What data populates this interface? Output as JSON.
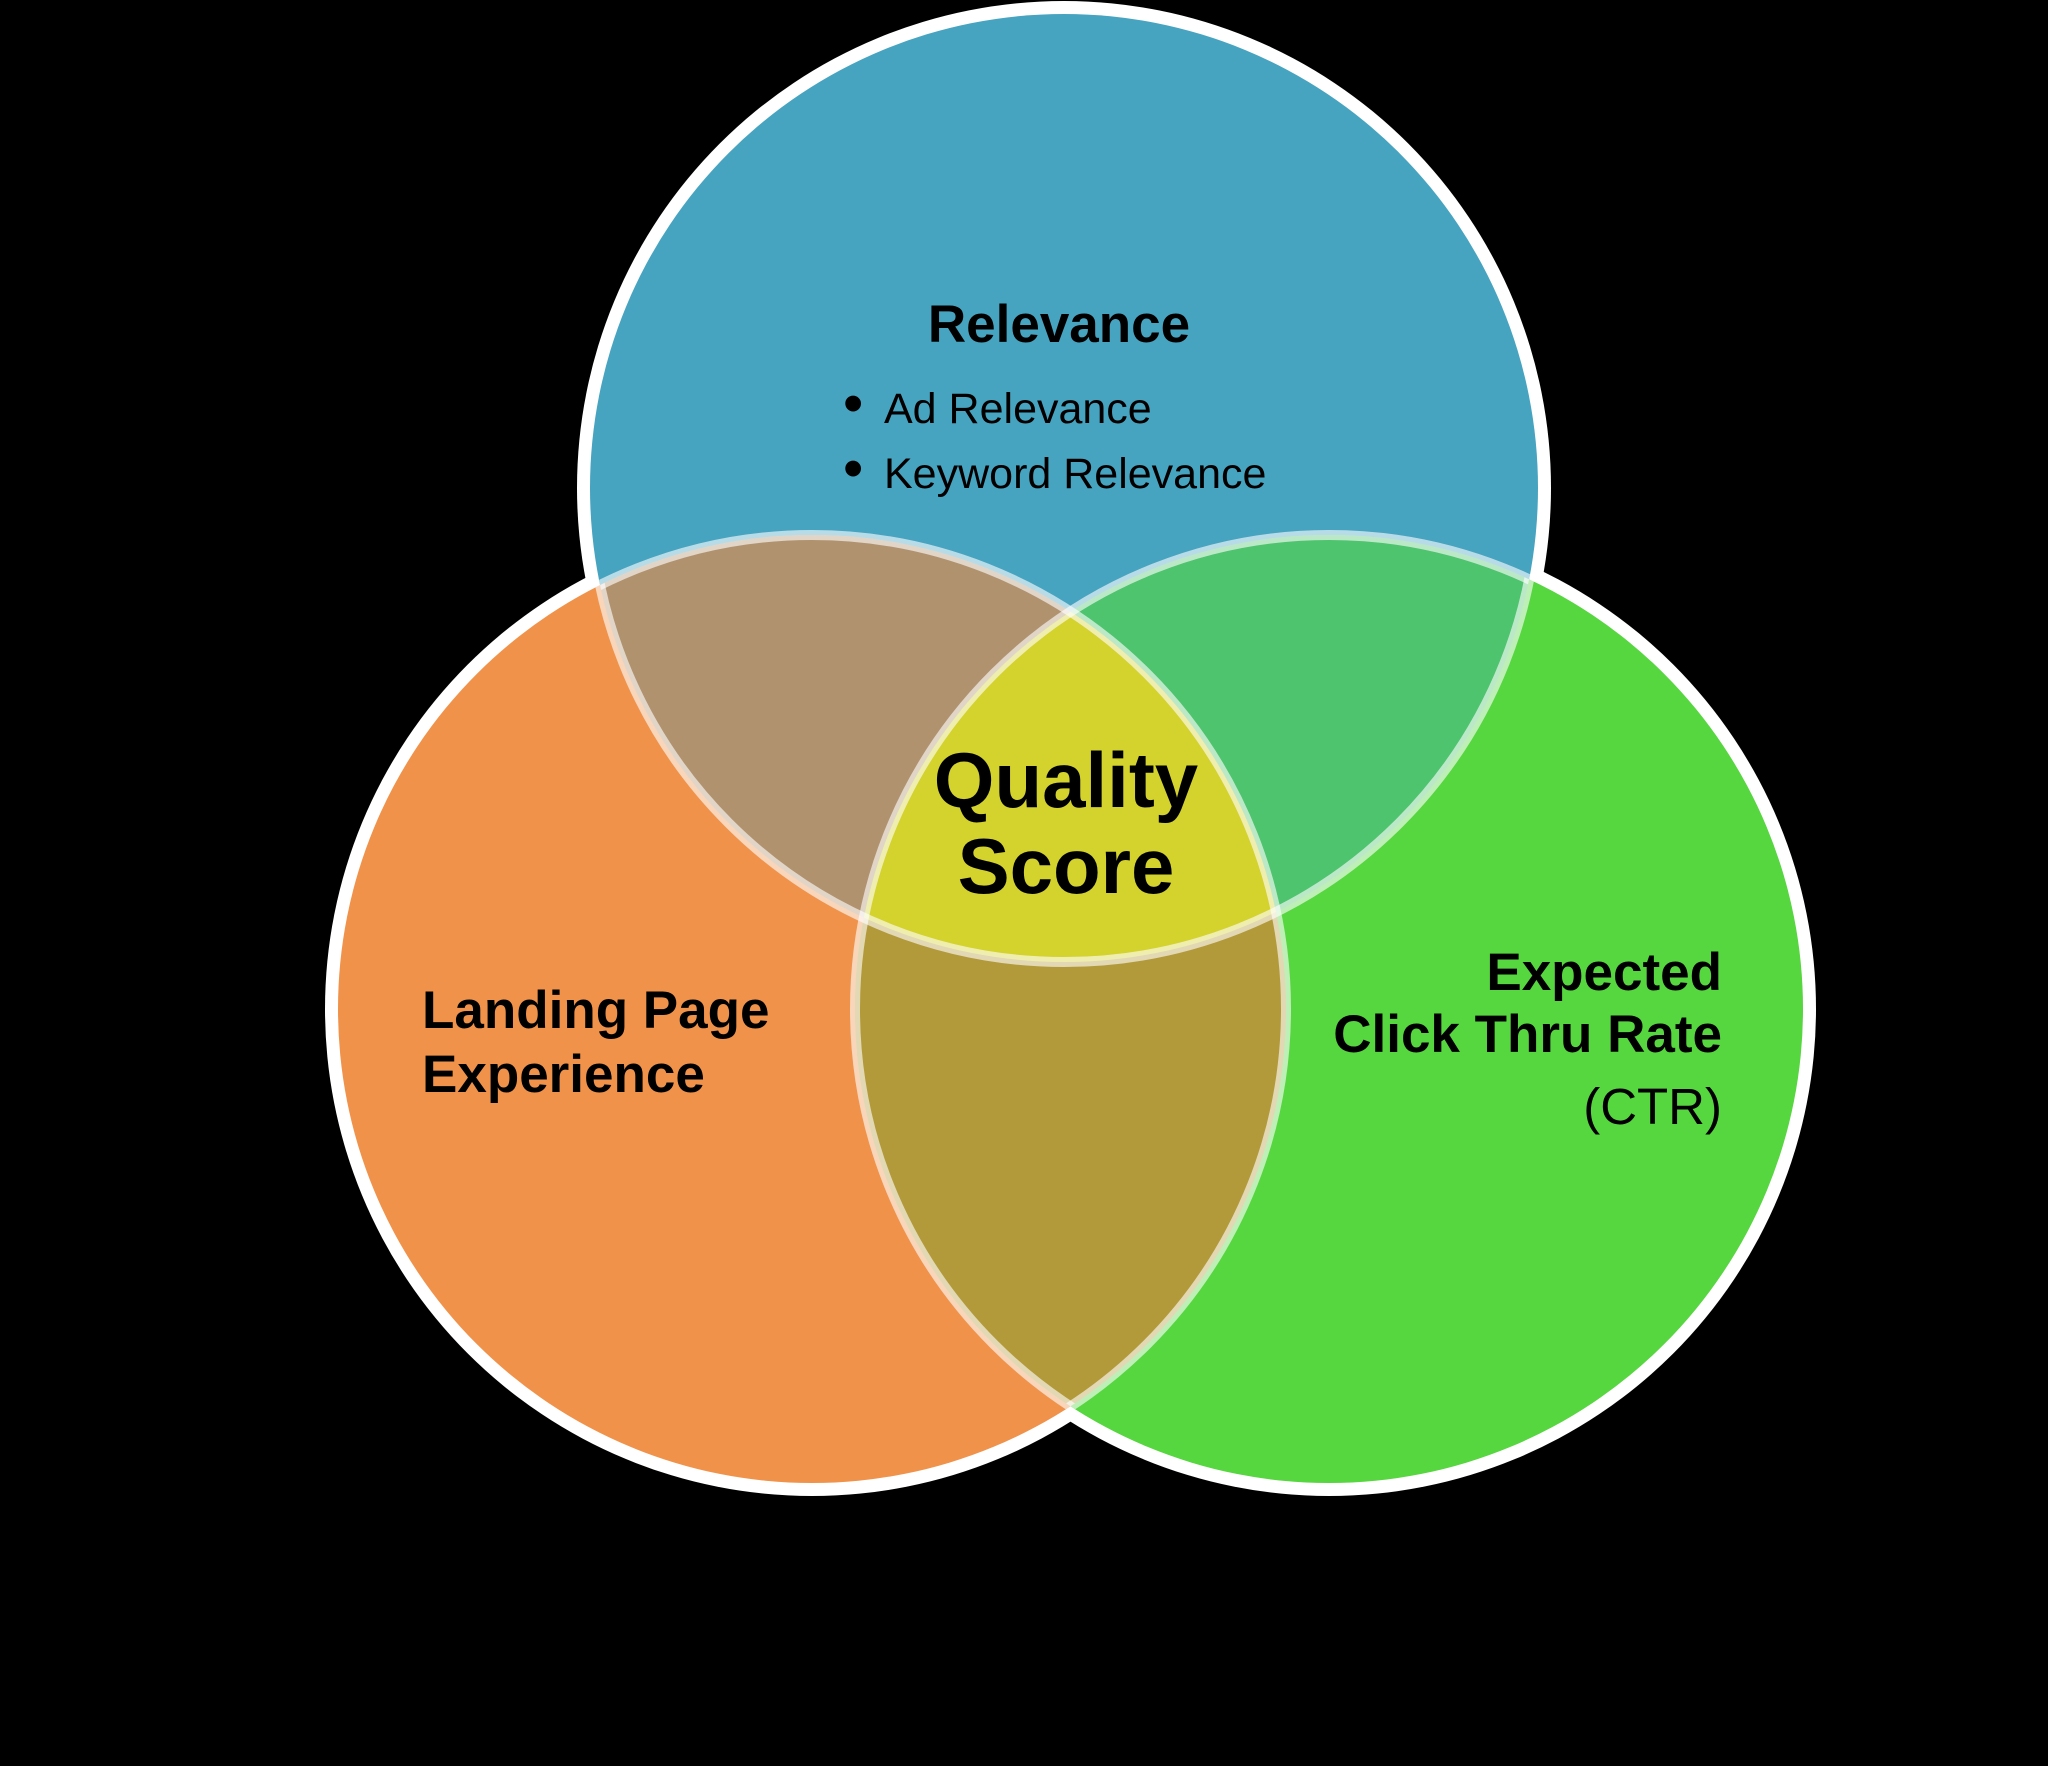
{
  "canvas": {
    "background_color": "#000000",
    "outline_color": "#FFFFFF"
  },
  "venn": {
    "relevance": {
      "title": "Relevance",
      "color": "#46A4C0",
      "bullet_icon": "•",
      "bullets": [
        "Ad Relevance",
        "Keyword Relevance"
      ]
    },
    "landing_page": {
      "line1": "Landing Page",
      "line2": "Experience",
      "color": "#F0924A"
    },
    "expected_ctr": {
      "line1": "Expected",
      "line2": "Click Thru Rate",
      "line3": "(CTR)",
      "color": "#56D63F"
    },
    "overlap_colors": {
      "relevance_landing": "#B1926F",
      "relevance_ctr": "#4DC46D",
      "landing_ctr": "#B29A3A",
      "center": "#D4D22C"
    },
    "center": {
      "line1": "Quality",
      "line2": "Score"
    }
  }
}
